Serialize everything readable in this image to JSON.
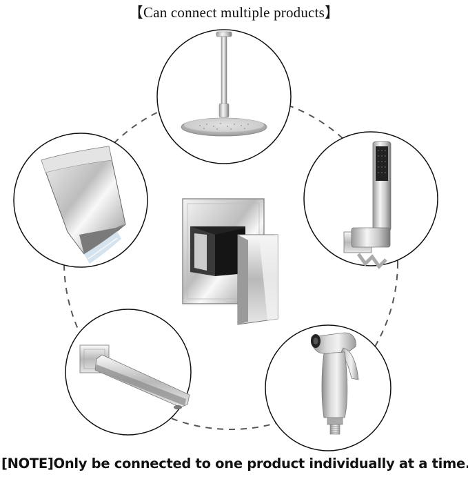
{
  "header": {
    "title": "【Can connect multiple products】"
  },
  "footer": {
    "note": "[NOTE]Only be connected to one product individually at a time."
  },
  "products": [
    {
      "name": "rain-shower-head",
      "icon": "rain-shower-head-icon"
    },
    {
      "name": "waterfall-spout",
      "icon": "waterfall-spout-icon"
    },
    {
      "name": "hand-shower",
      "icon": "hand-shower-icon"
    },
    {
      "name": "tub-spout",
      "icon": "tub-spout-icon"
    },
    {
      "name": "bidet-sprayer",
      "icon": "bidet-sprayer-icon"
    }
  ],
  "center_product": {
    "name": "shower-valve-trim",
    "icon": "shower-valve-trim-icon"
  },
  "colors": {
    "chrome_dark": "#2a2a2a",
    "chrome_light": "#e8e8e8",
    "ring_dash": "#555555",
    "circle_stroke": "#111111"
  }
}
